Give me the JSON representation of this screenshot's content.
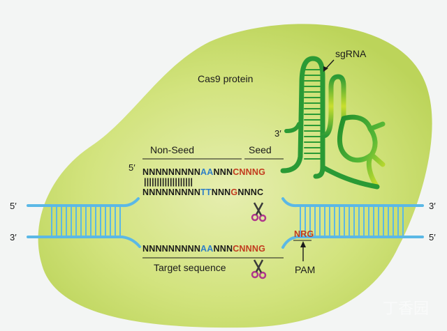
{
  "labels": {
    "cas9": "Cas9 protein",
    "sgrna": "sgRNA",
    "non_seed": "Non-Seed",
    "seed": "Seed",
    "target": "Target sequence",
    "pam": "PAM",
    "prime5": "5′",
    "prime3": "3′"
  },
  "sequences": {
    "guide": [
      "NNNNNNNNN",
      "AA",
      "NNN",
      "CNNNG"
    ],
    "bonds": "|||||||||||||||||||",
    "target_top": [
      "NNNNNNNNN",
      "TT",
      "NNN",
      "G",
      "NNNC"
    ],
    "nontarget": [
      "NNNNNNNNN",
      "AA",
      "NNN",
      "CNNNG"
    ],
    "pam_seq": "NRG"
  },
  "colors": {
    "black": "#1a1a1a",
    "blue": "#2f7fc6",
    "red": "#c23a1e",
    "dna": "#5bb8e6",
    "blob": "#cfe07a",
    "rna_dark": "#2e9a3a",
    "rna_light": "#dfe22a",
    "scissor": "#b0368c"
  },
  "watermark": "丁香园"
}
